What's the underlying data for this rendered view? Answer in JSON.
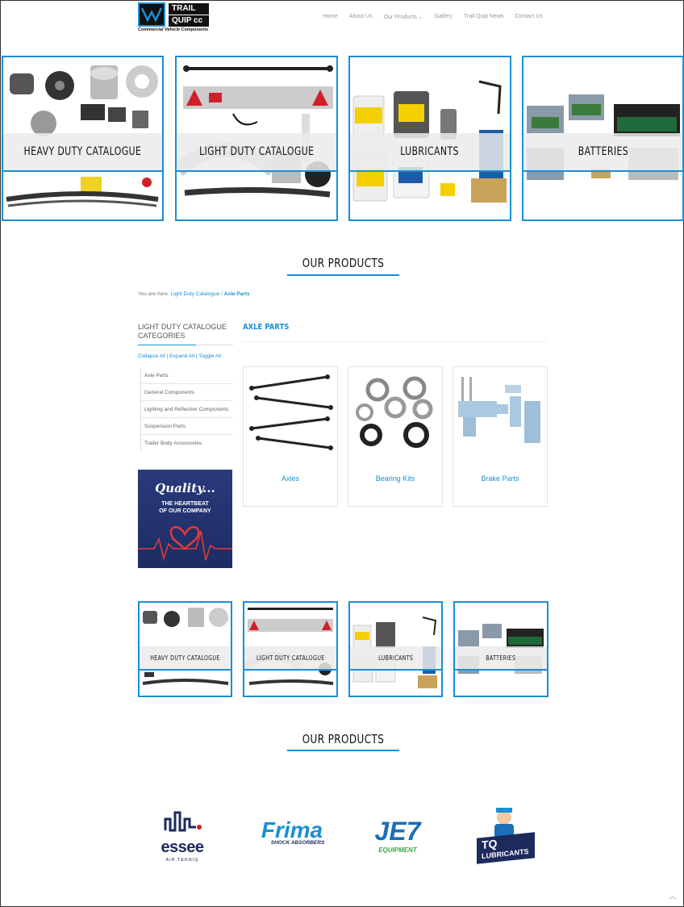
{
  "header": {
    "logo_line1": "TRAIL",
    "logo_line2": "QUIP cc",
    "logo_tagline": "Commercial Vehicle Components",
    "nav": [
      "Home",
      "About Us",
      "Our Products",
      "Gallery",
      "Trail Quip News",
      "Contact Us"
    ],
    "nav_dropdown_glyph": "⌄"
  },
  "top_tiles": [
    {
      "label": "HEAVY DUTY CATALOGUE"
    },
    {
      "label": "LIGHT DUTY CATALOGUE"
    },
    {
      "label": "LUBRICANTS"
    },
    {
      "label": "BATTERIES"
    }
  ],
  "section1_title": "OUR PRODUCTS",
  "breadcrumb": {
    "prefix": "You are here:",
    "link": "Light Duty Catalogue",
    "separator": "/",
    "current": "Axle Parts"
  },
  "sidebar": {
    "title": "LIGHT DUTY CATALOGUE CATEGORIES",
    "controls": "Collapse All | Expand All | Toggle All",
    "items": [
      "Axle Parts",
      "General Components",
      "Lighting and Reflective Components",
      "Suspension Parts",
      "Trailer Body Accessories"
    ],
    "promo_title": "Quality...",
    "promo_line1": "THE HEARTBEAT",
    "promo_line2": "OF OUR COMPANY"
  },
  "main": {
    "title": "AXLE PARTS",
    "cards": [
      {
        "label": "Axles"
      },
      {
        "label": "Bearing Kits"
      },
      {
        "label": "Brake Parts"
      }
    ]
  },
  "bottom_tiles": [
    {
      "label": "HEAVY DUTY CATALOGUE"
    },
    {
      "label": "LIGHT DUTY CATALOGUE"
    },
    {
      "label": "LUBRICANTS"
    },
    {
      "label": "BATTERIES"
    }
  ],
  "section2_title": "OUR PRODUCTS",
  "brands": [
    {
      "name": "essee",
      "sub": "AIR TEKNIQ"
    },
    {
      "name": "Frima",
      "sub": "SHOCK ABSORBERS"
    },
    {
      "name": "JE7",
      "sub": "EQUIPMENT"
    },
    {
      "name": "TQ",
      "sub": "LUBRICANTS"
    }
  ],
  "scroll_top_glyph": "︿",
  "colors": {
    "accent": "#1a8fd3",
    "brand_red": "#d0202a",
    "brand_navy": "#1d2a5c"
  }
}
